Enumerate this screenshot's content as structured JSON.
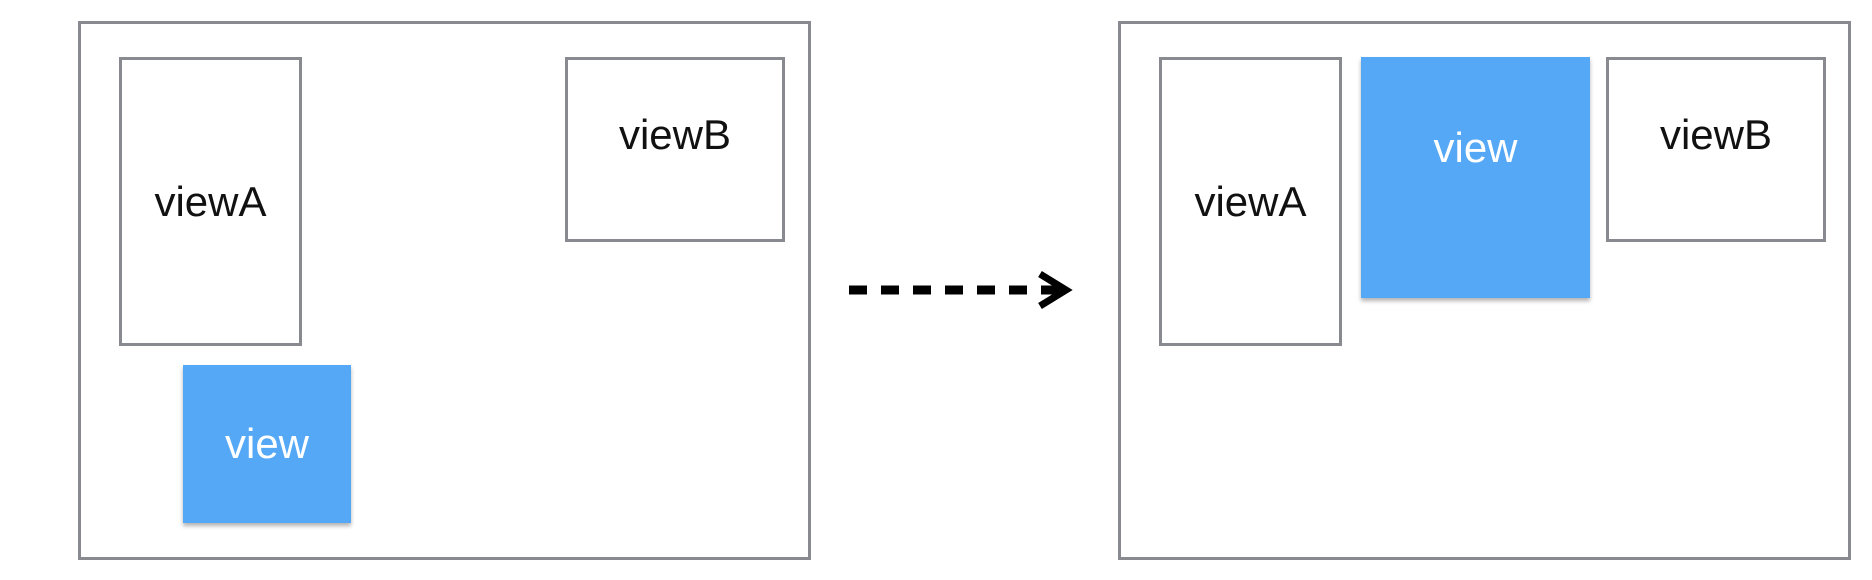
{
  "before": {
    "view_a": "viewA",
    "view_b": "viewB",
    "view": "view"
  },
  "after": {
    "view_a": "viewA",
    "view_b": "viewB",
    "view": "view"
  },
  "colors": {
    "border": "#898a8f",
    "view_fill": "#55a8f5",
    "arrow": "#000000"
  },
  "arrow_icon": "dashed-right-arrow"
}
